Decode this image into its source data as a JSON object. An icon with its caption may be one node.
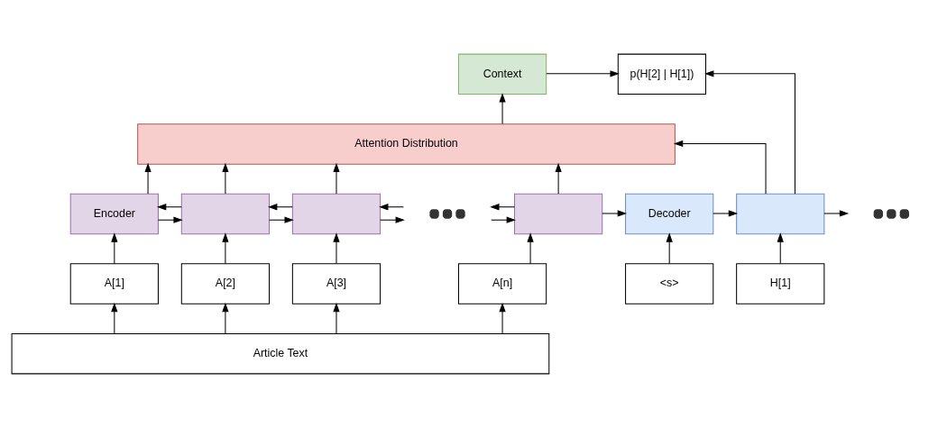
{
  "diagram": {
    "nodes": [
      {
        "text": [
          "Context"
        ]
      },
      {
        "text": [
          "p(H[2] | H[1])"
        ]
      },
      {
        "text": [
          "Attention Distribution"
        ]
      },
      {
        "text": [
          "Encoder"
        ]
      },
      {
        "text": [],
        "shape": "box"
      },
      {
        "text": [],
        "shape": "box"
      },
      {
        "text": [],
        "shape": "dots"
      },
      {
        "text": [],
        "shape": "box"
      },
      {
        "text": [
          "Decoder"
        ]
      },
      {
        "text": [],
        "shape": "box"
      },
      {
        "text": [],
        "shape": "dots"
      },
      {
        "text": [
          "A[1]"
        ]
      },
      {
        "text": [
          "A[2]"
        ]
      },
      {
        "text": [
          "A[3]"
        ]
      },
      {
        "text": [
          "A[n]"
        ]
      },
      {
        "text": [
          "<s>"
        ]
      },
      {
        "text": [
          "H[1]"
        ]
      },
      {
        "text": [
          "Article Text"
        ]
      }
    ],
    "edges": [
      {
        "from": 2,
        "to": 0,
        "arrow": "to"
      },
      {
        "from": 0,
        "to": 1,
        "arrow": "to"
      },
      {
        "from": 9,
        "to": 2,
        "arrow": "to"
      },
      {
        "from": 9,
        "to": 1,
        "arrow": "to"
      },
      {
        "from": 3,
        "to": 2,
        "arrow": "to"
      },
      {
        "from": 4,
        "to": 2,
        "arrow": "to"
      },
      {
        "from": 5,
        "to": 2,
        "arrow": "to"
      },
      {
        "from": 7,
        "to": 2,
        "arrow": "to"
      },
      {
        "from": 3,
        "to": 4,
        "arrow": "to"
      },
      {
        "from": 4,
        "to": 3,
        "arrow": "to"
      },
      {
        "from": 4,
        "to": 5,
        "arrow": "to"
      },
      {
        "from": 5,
        "to": 4,
        "arrow": "to"
      },
      {
        "from": 5,
        "to": 6,
        "arrow": "to"
      },
      {
        "from": 6,
        "to": 5,
        "arrow": "to"
      },
      {
        "from": 6,
        "to": 7,
        "arrow": "to"
      },
      {
        "from": 7,
        "to": 6,
        "arrow": "to"
      },
      {
        "from": 7,
        "to": 8,
        "arrow": "to"
      },
      {
        "from": 8,
        "to": 9,
        "arrow": "to"
      },
      {
        "from": 9,
        "to": 10,
        "arrow": "to"
      },
      {
        "from": 11,
        "to": 3,
        "arrow": "to"
      },
      {
        "from": 12,
        "to": 4,
        "arrow": "to"
      },
      {
        "from": 13,
        "to": 5,
        "arrow": "to"
      },
      {
        "from": 14,
        "to": 7,
        "arrow": "to"
      },
      {
        "from": 15,
        "to": 8,
        "arrow": "to"
      },
      {
        "from": 16,
        "to": 9,
        "arrow": "to"
      },
      {
        "from": 17,
        "to": 11,
        "arrow": "to"
      },
      {
        "from": 17,
        "to": 12,
        "arrow": "to"
      },
      {
        "from": 17,
        "to": 13,
        "arrow": "to"
      },
      {
        "from": 17,
        "to": 14,
        "arrow": "to"
      }
    ]
  }
}
